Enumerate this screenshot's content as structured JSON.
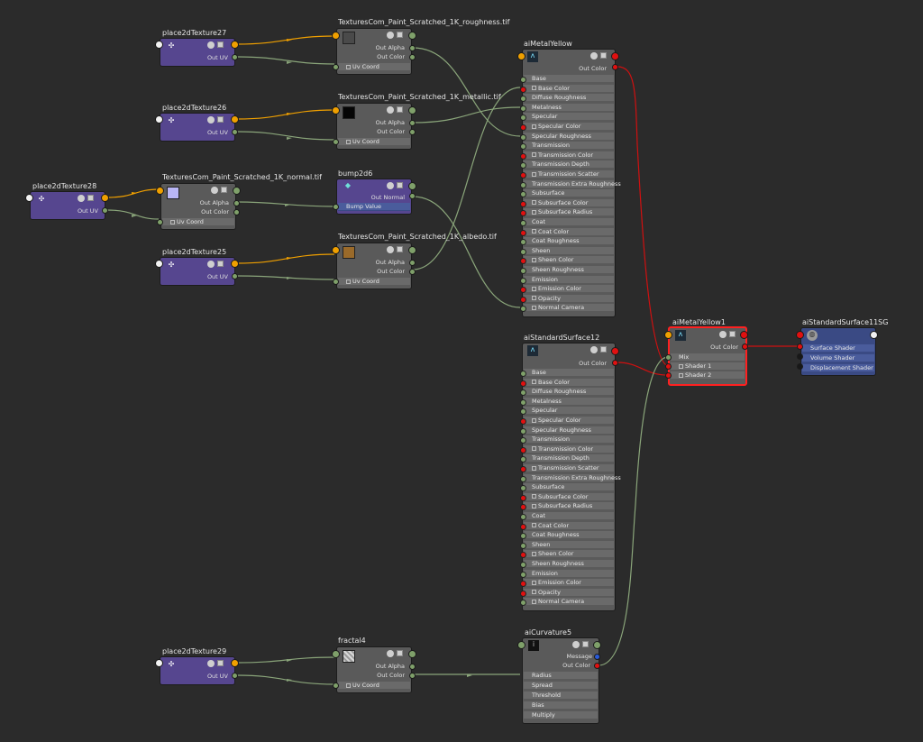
{
  "colors": {
    "background": "#2b2b2b",
    "placement_node": "#56468f",
    "file_node": "#5a5a5a",
    "shading_group": "#3a4a84",
    "wire_orange": "#f0a000",
    "wire_green": "#8aa57a",
    "wire_red": "#d01010",
    "selection": "#ff2020"
  },
  "nodes": {
    "place27": {
      "title": "place2dTexture27",
      "out_uv": "Out UV"
    },
    "place26": {
      "title": "place2dTexture26",
      "out_uv": "Out UV"
    },
    "place28": {
      "title": "place2dTexture28",
      "out_uv": "Out UV"
    },
    "place25": {
      "title": "place2dTexture25",
      "out_uv": "Out UV"
    },
    "place29": {
      "title": "place2dTexture29",
      "out_uv": "Out UV"
    },
    "rough": {
      "title": "TexturesCom_Paint_Scratched_1K_roughness.tif",
      "out_alpha": "Out Alpha",
      "out_color": "Out Color",
      "uv": "Uv Coord",
      "swatch": "#4a4a4a"
    },
    "metal": {
      "title": "TexturesCom_Paint_Scratched_1K_metallic.tif",
      "out_alpha": "Out Alpha",
      "out_color": "Out Color",
      "uv": "Uv Coord",
      "swatch": "#050505"
    },
    "normal": {
      "title": "TexturesCom_Paint_Scratched_1K_normal.tif",
      "out_alpha": "Out Alpha",
      "out_color": "Out Color",
      "uv": "Uv Coord",
      "swatch": "#b9b6f5"
    },
    "albedo": {
      "title": "TexturesCom_Paint_Scratched_1K_albedo.tif",
      "out_alpha": "Out Alpha",
      "out_color": "Out Color",
      "uv": "Uv Coord",
      "swatch": "#9a6a2a"
    },
    "bump": {
      "title": "bump2d6",
      "out_normal": "Out Normal",
      "bump_value": "Bump Value"
    },
    "fractal": {
      "title": "fractal4",
      "out_alpha": "Out Alpha",
      "out_color": "Out Color",
      "uv": "Uv Coord",
      "swatch": "#bdbdbd"
    },
    "metalYellow": {
      "title": "aiMetalYellow",
      "out_color": "Out Color"
    },
    "std12": {
      "title": "aiStandardSurface12",
      "out_color": "Out Color"
    },
    "mix": {
      "title": "aiMetalYellow1",
      "out_color": "Out Color",
      "mix": "Mix",
      "shader1": "Shader 1",
      "shader2": "Shader 2"
    },
    "sg": {
      "title": "aiStandardSurface11SG",
      "surface": "Surface Shader",
      "volume": "Volume Shader",
      "displacement": "Displacement Shader"
    },
    "curv": {
      "title": "aiCurvature5",
      "message": "Message",
      "out_color": "Out Color",
      "radius": "Radius",
      "spread": "Spread",
      "threshold": "Threshold",
      "bias": "Bias",
      "multiply": "Multiply"
    }
  },
  "surface_attrs": [
    {
      "label": "Base",
      "plug": "green",
      "exp": false
    },
    {
      "label": "Base Color",
      "plug": "red",
      "exp": true
    },
    {
      "label": "Diffuse Roughness",
      "plug": "green",
      "exp": false
    },
    {
      "label": "Metalness",
      "plug": "green",
      "exp": false
    },
    {
      "label": "Specular",
      "plug": "green",
      "exp": false
    },
    {
      "label": "Specular Color",
      "plug": "red",
      "exp": true
    },
    {
      "label": "Specular Roughness",
      "plug": "green",
      "exp": false
    },
    {
      "label": "Transmission",
      "plug": "green",
      "exp": false
    },
    {
      "label": "Transmission Color",
      "plug": "red",
      "exp": true
    },
    {
      "label": "Transmission Depth",
      "plug": "green",
      "exp": false
    },
    {
      "label": "Transmission Scatter",
      "plug": "red",
      "exp": true
    },
    {
      "label": "Transmission Extra Roughness",
      "plug": "green",
      "exp": false
    },
    {
      "label": "Subsurface",
      "plug": "green",
      "exp": false
    },
    {
      "label": "Subsurface Color",
      "plug": "red",
      "exp": true
    },
    {
      "label": "Subsurface Radius",
      "plug": "red",
      "exp": true
    },
    {
      "label": "Coat",
      "plug": "green",
      "exp": false
    },
    {
      "label": "Coat Color",
      "plug": "red",
      "exp": true
    },
    {
      "label": "Coat Roughness",
      "plug": "green",
      "exp": false
    },
    {
      "label": "Sheen",
      "plug": "green",
      "exp": false
    },
    {
      "label": "Sheen Color",
      "plug": "red",
      "exp": true
    },
    {
      "label": "Sheen Roughness",
      "plug": "green",
      "exp": false
    },
    {
      "label": "Emission",
      "plug": "green",
      "exp": false
    },
    {
      "label": "Emission Color",
      "plug": "red",
      "exp": true
    },
    {
      "label": "Opacity",
      "plug": "red",
      "exp": true
    },
    {
      "label": "Normal Camera",
      "plug": "green",
      "exp": true
    }
  ]
}
